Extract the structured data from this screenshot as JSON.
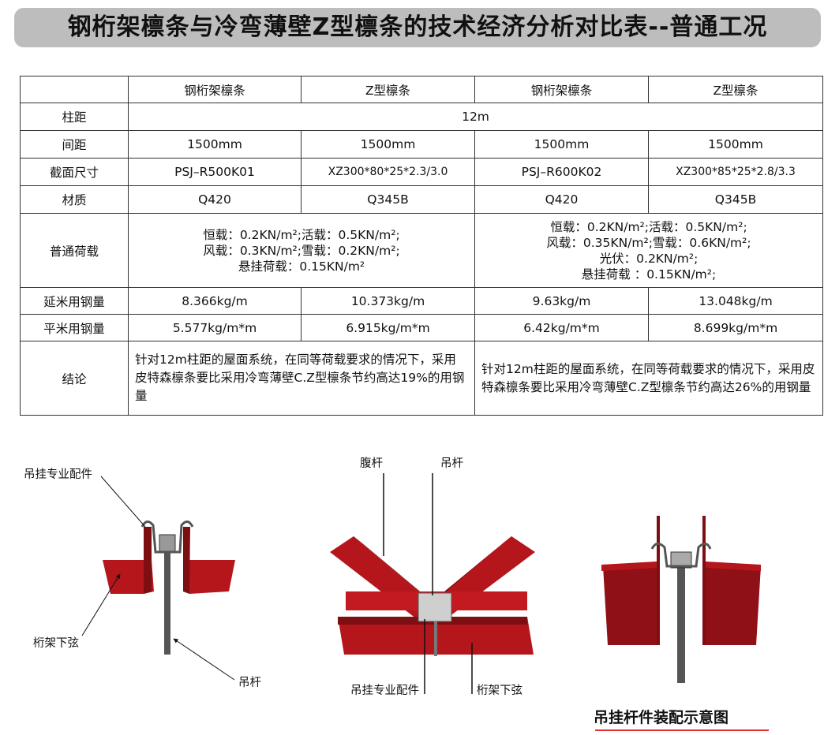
{
  "title": "钢桁架檩条与冷弯薄壁Z型檩条的技术经济分析对比表--普通工况",
  "table": {
    "headers": [
      "",
      "钢桁架檩条",
      "Z型檩条",
      "钢桁架檩条",
      "Z型檩条"
    ],
    "rows": {
      "column_spacing": {
        "label": "柱距",
        "value": "12m"
      },
      "spacing": {
        "label": "间距",
        "values": [
          "1500mm",
          "1500mm",
          "1500mm",
          "1500mm"
        ]
      },
      "section": {
        "label": "截面尺寸",
        "values": [
          "PSJ–R500K01",
          "XZ300*80*25*2.3/3.0",
          "PSJ–R600K02",
          "XZ300*85*25*2.8/3.3"
        ]
      },
      "material": {
        "label": "材质",
        "values": [
          "Q420",
          "Q345B",
          "Q420",
          "Q345B"
        ]
      },
      "load": {
        "label": "普通荷载",
        "left": [
          "恒载：0.2KN/m²;活载：0.5KN/m²;",
          "风载：0.3KN/m²;雪载：0.2KN/m²;",
          "悬挂荷载：0.15KN/m²"
        ],
        "right": [
          "恒载：0.2KN/m²;活载：0.5KN/m²;",
          "风载：0.35KN/m²;雪载：0.6KN/m²;",
          "光伏：0.2KN/m²;",
          "悬挂荷载 ：0.15KN/m²;"
        ]
      },
      "linear_steel": {
        "label": "延米用钢量",
        "values": [
          "8.366kg/m",
          "10.373kg/m",
          "9.63kg/m",
          "13.048kg/m"
        ]
      },
      "area_steel": {
        "label": "平米用钢量",
        "values": [
          "5.577kg/m*m",
          "6.915kg/m*m",
          "6.42kg/m*m",
          "8.699kg/m*m"
        ]
      },
      "conclusion": {
        "label": "结论",
        "left": "针对12m柱距的屋面系统，在同等荷载要求的情况下，采用皮特森檩条要比采用冷弯薄壁C.Z型檩条节约高达19%的用钢量",
        "right": "针对12m柱距的屋面系统，在同等荷载要求的情况下，采用皮特森檩条要比采用冷弯薄壁C.Z型檩条节约高达26%的用钢量"
      }
    }
  },
  "figure_labels": {
    "hanger_fitting_1": "吊挂专业配件",
    "truss_bottom_chord_1": "桁架下弦",
    "rod_1": "吊杆",
    "web_member": "腹杆",
    "rod_2": "吊杆",
    "hanger_fitting_2": "吊挂专业配件",
    "truss_bottom_chord_2": "桁架下弦"
  },
  "figure_caption": "吊挂杆件装配示意图",
  "colors": {
    "steel_red": "#b5161c",
    "steel_dark": "#7d0e12",
    "title_bg": "#bdbdbd",
    "caption_underline": "#e03030"
  }
}
